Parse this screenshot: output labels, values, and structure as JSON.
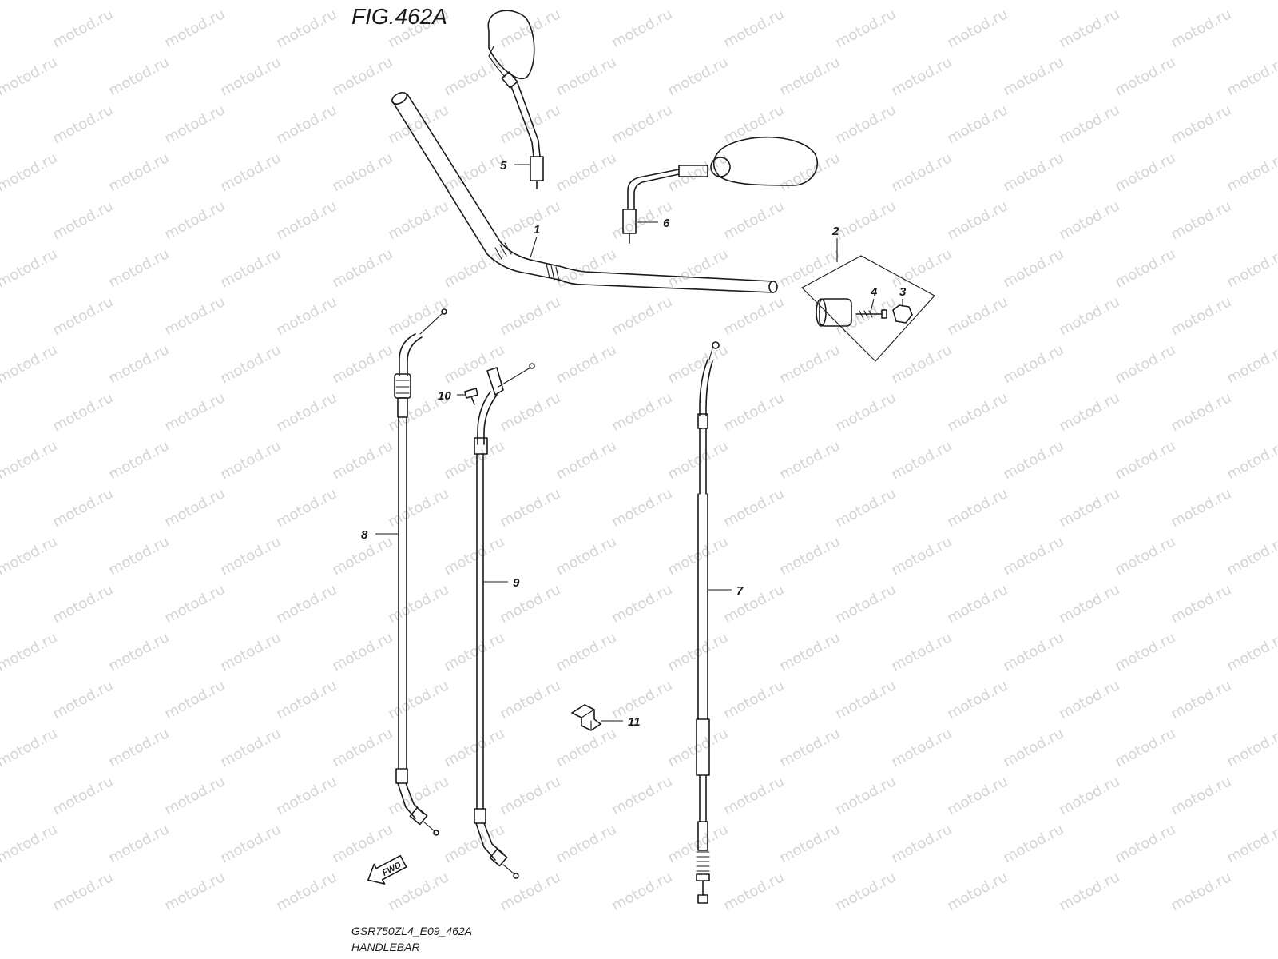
{
  "figure": {
    "title": "FIG.462A",
    "footer_code": "GSR750ZL4_E09_462A",
    "footer_name": "HANDLEBAR"
  },
  "watermark": "motod.ru",
  "fwd_label": "FWD",
  "callouts": [
    "1",
    "2",
    "3",
    "4",
    "5",
    "6",
    "7",
    "8",
    "9",
    "10",
    "11"
  ]
}
